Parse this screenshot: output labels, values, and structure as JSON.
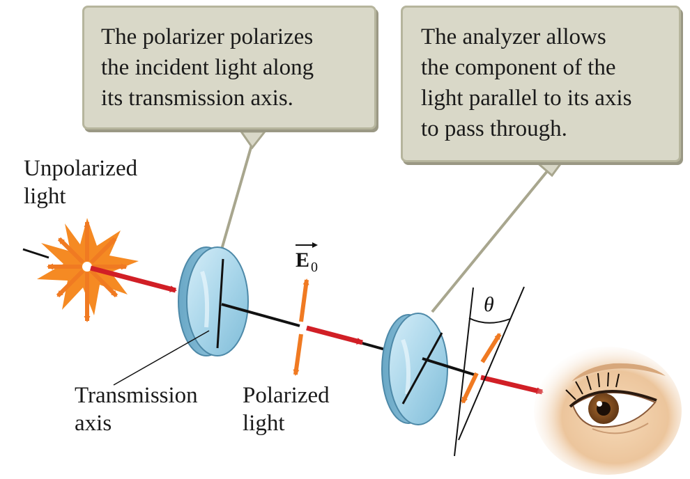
{
  "callouts": {
    "polarizer": [
      "The polarizer polarizes",
      "the incident light along",
      "its transmission axis."
    ],
    "analyzer": [
      "The analyzer allows",
      "the component of the",
      "light parallel to its axis",
      "to pass through."
    ]
  },
  "labels": {
    "unpolarized": [
      "Unpolarized",
      "light"
    ],
    "transmission_axis": [
      "Transmission",
      "axis"
    ],
    "polarized": [
      "Polarized",
      "light"
    ],
    "field_symbol": "E",
    "field_subscript": "0",
    "angle_symbol": "θ"
  },
  "colors": {
    "beam_arrow": "#d11f26",
    "field_arrows": "#f07a22",
    "filter_glass": "#a9d6ea",
    "callout_fill": "#d9d8c8",
    "leader_line": "#a8a68e"
  },
  "icons": [
    "starburst-icon",
    "eye-icon"
  ]
}
